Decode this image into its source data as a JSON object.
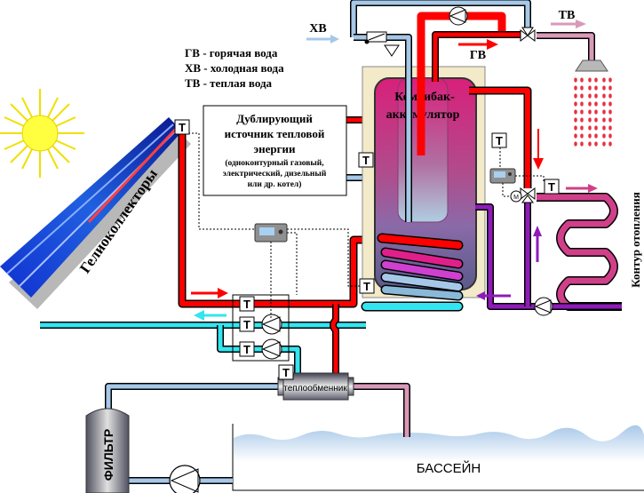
{
  "legend": {
    "hot": "ГВ - горячая вода",
    "cold": "ХВ - холодная вода",
    "warm": "ТВ - теплая вода"
  },
  "flow_labels": {
    "cold_in": "ХВ",
    "hot_out": "ГВ",
    "warm_out": "ТВ"
  },
  "backup_source": {
    "line1": "Дублирующий",
    "line2": "источник тепловой",
    "line3": "энергии",
    "note1": "(одноконтурный газовый,",
    "note2": "электрический, дизельный",
    "note3": "или др. котел)"
  },
  "tank": {
    "line1": "Комбибак-",
    "line2": "аккумулятор"
  },
  "collectors_label": "Гелиоколлекторы",
  "heating_circuit_label": "Контур отопления",
  "heat_exchanger_label": "теплообменник",
  "filter_label": "ФИЛЬТР",
  "pool_label": "БАССЕЙН",
  "sensor_label": "T",
  "motor_label": "M",
  "colors": {
    "hot": "#ff0000",
    "cold": "#a6c8e8",
    "warm": "#d89ab8",
    "solar_return": "#33e5f0",
    "heating_return": "#8e1cb8",
    "heating_supply": "#d0408a"
  }
}
